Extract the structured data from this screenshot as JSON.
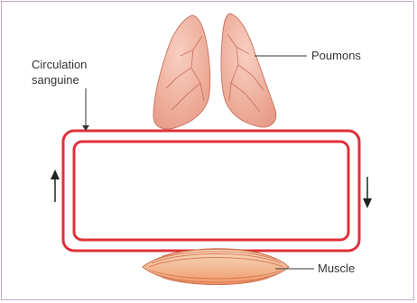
{
  "diagram": {
    "labels": {
      "circulation_line1": "Circulation",
      "circulation_line2": "sanguine",
      "lungs": "Poumons",
      "muscle": "Muscle"
    },
    "colors": {
      "loop": "#e0303a",
      "frame_border": "#c9a7c7",
      "lung_fill": "#f2b8a8",
      "lung_vein": "#c0604f",
      "muscle_fill": "#f3c9a3",
      "muscle_stripe": "#d4694a",
      "arrow": "#222222",
      "leader": "#333333"
    },
    "icons": [
      "lungs-illustration",
      "muscle-illustration",
      "up-arrow-icon",
      "down-arrow-icon"
    ]
  }
}
